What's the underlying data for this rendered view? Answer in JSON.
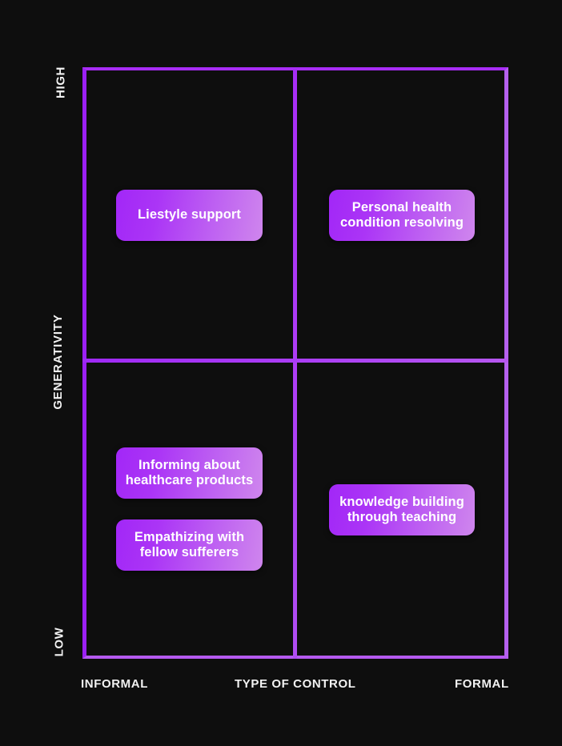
{
  "background_color": "#0e0e0e",
  "accent_color": "#a82df6",
  "accent_color_light": "#cf86ed",
  "text_color": "#f2f2f2",
  "axes": {
    "y": {
      "title": "GENERATIVITY",
      "high_label": "HIGH",
      "low_label": "LOW"
    },
    "x": {
      "title": "TYPE OF CONTROL",
      "left_label": "INFORMAL",
      "right_label": "FORMAL"
    }
  },
  "chart_data": {
    "type": "scatter",
    "title": "",
    "xlabel": "TYPE OF CONTROL",
    "ylabel": "GENERATIVITY",
    "x_tick_labels": [
      "INFORMAL",
      "FORMAL"
    ],
    "y_tick_labels": [
      "LOW",
      "HIGH"
    ],
    "grid": true,
    "legend": "none",
    "quadrants": [
      {
        "id": "top-left",
        "x_band": "INFORMAL",
        "y_band": "HIGH",
        "items": [
          "Liestyle support"
        ]
      },
      {
        "id": "top-right",
        "x_band": "FORMAL",
        "y_band": "HIGH",
        "items": [
          "Personal health condition resolving"
        ]
      },
      {
        "id": "bottom-left",
        "x_band": "INFORMAL",
        "y_band": "LOW",
        "items": [
          "Informing about healthcare products",
          "Empathizing with fellow sufferers"
        ]
      },
      {
        "id": "bottom-right",
        "x_band": "FORMAL",
        "y_band": "LOW",
        "items": [
          "knowledge building through teaching"
        ]
      }
    ]
  },
  "cards": {
    "lifestyle_support": {
      "line1": "Liestyle support",
      "line2": ""
    },
    "personal_health": {
      "line1": "Personal health",
      "line2": "condition resolving"
    },
    "informing_products": {
      "line1": "Informing about",
      "line2": "healthcare products"
    },
    "empathizing": {
      "line1": "Empathizing with",
      "line2": "fellow sufferers"
    },
    "knowledge_building": {
      "line1": "knowledge building",
      "line2": "through teaching"
    }
  }
}
